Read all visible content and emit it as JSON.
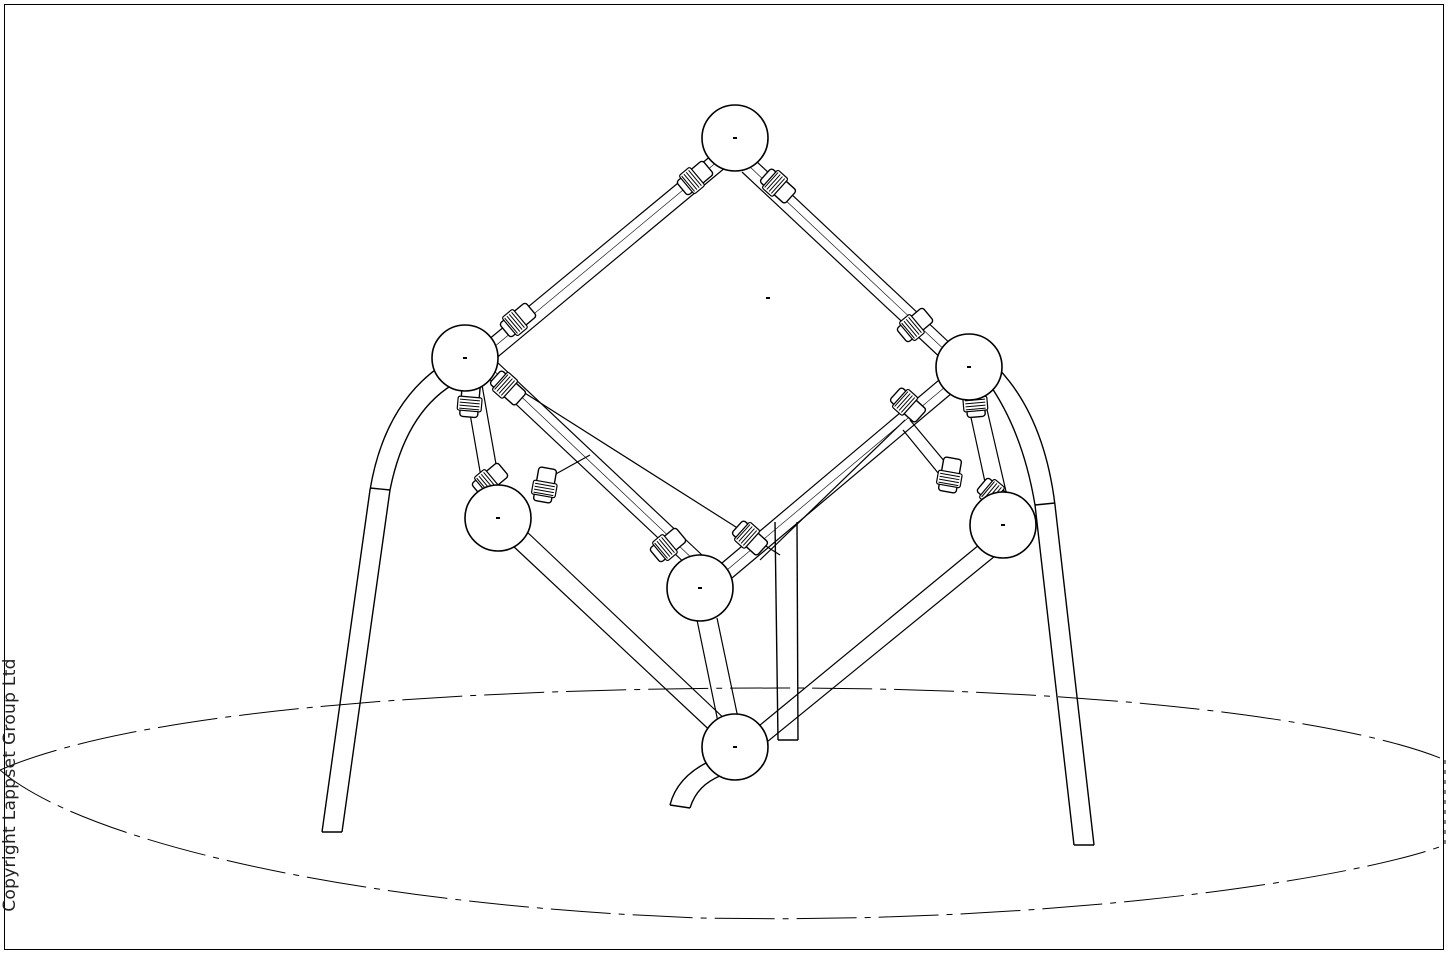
{
  "drawing": {
    "subject": "cube climbing frame on arched support legs",
    "view": "isometric line drawing",
    "line_color": "#000000",
    "background_color": "#ffffff"
  },
  "copyright": {
    "text": "Copyright Lappset Group Ltd"
  }
}
